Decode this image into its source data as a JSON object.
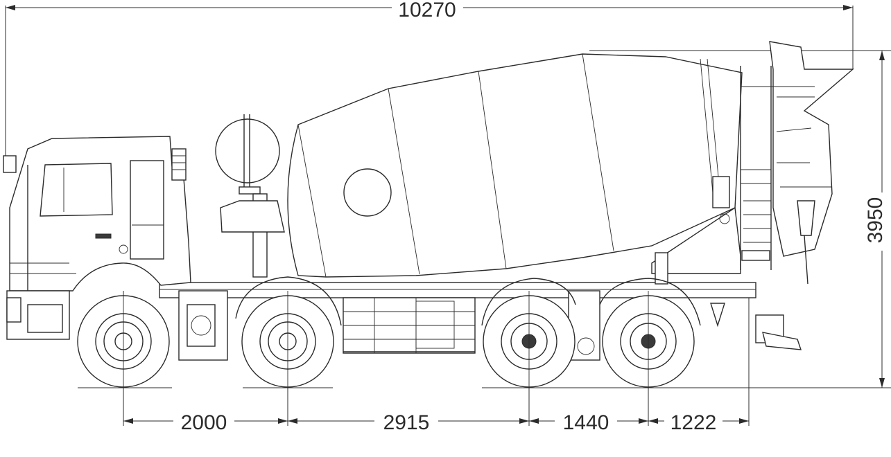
{
  "drawing": {
    "subject": "truck-mounted concrete mixer side elevation",
    "line_color": "#2b2b2b",
    "background": "#ffffff"
  },
  "dimensions": {
    "overall_length": "10270",
    "overall_height": "3950",
    "wheelbase_1_2": "2000",
    "wheelbase_2_3": "2915",
    "wheelbase_3_4": "1440",
    "rear_overhang": "1222"
  }
}
